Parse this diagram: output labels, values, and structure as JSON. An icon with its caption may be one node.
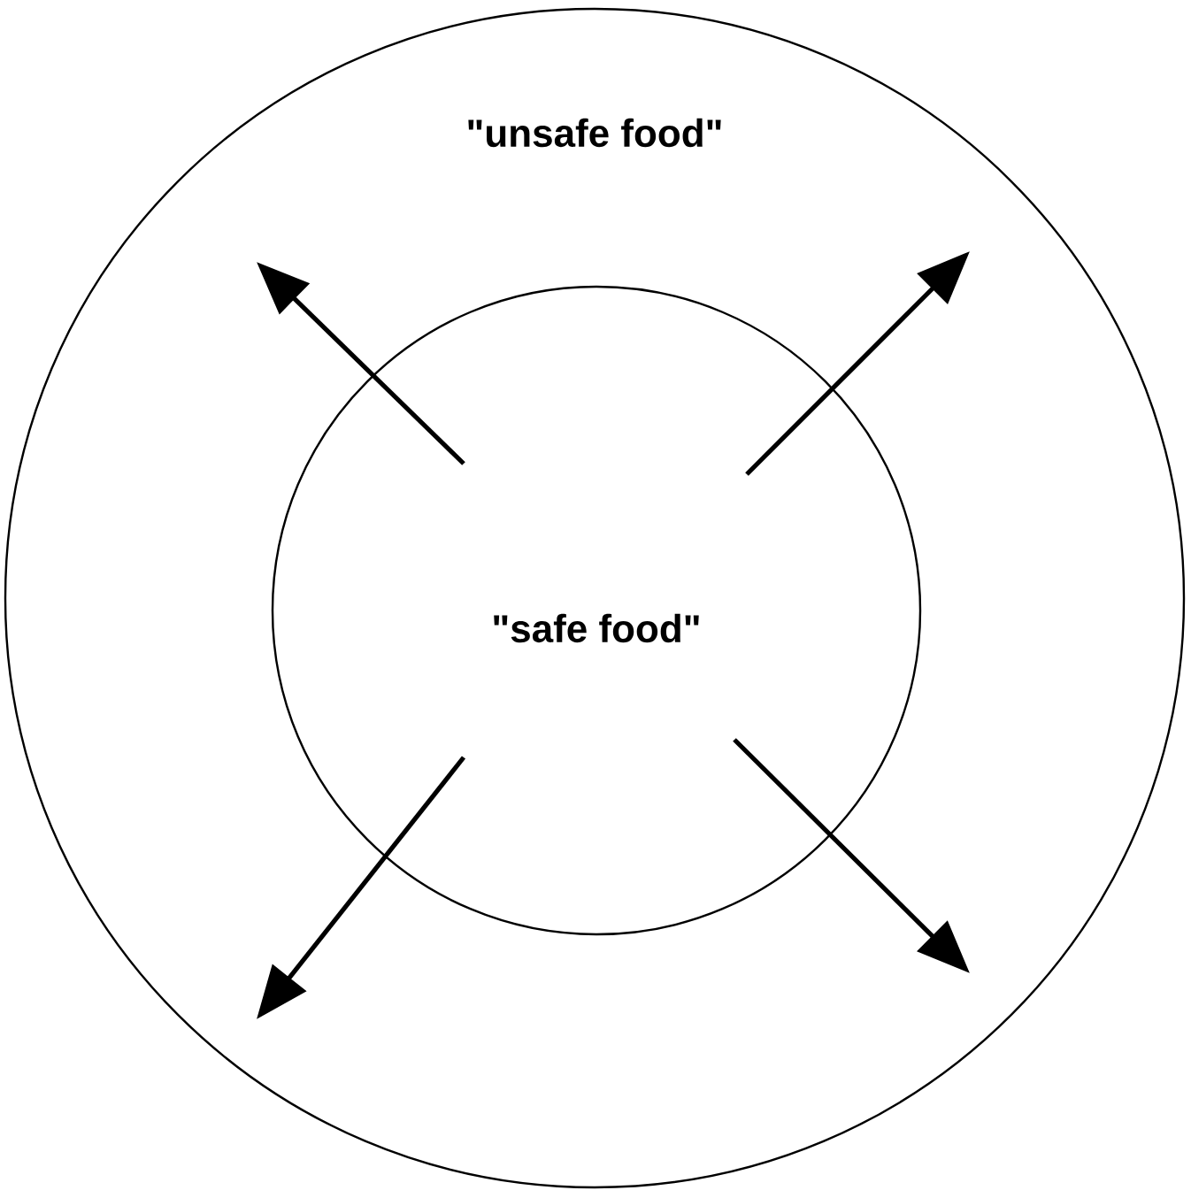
{
  "diagram": {
    "nodes": [
      {
        "text": [
          "\"unsafe food\""
        ]
      },
      {
        "text": [
          "\"safe food\""
        ],
        "in": 0
      }
    ],
    "edges": [
      {
        "from": 1,
        "to": null,
        "arrow": "to"
      },
      {
        "from": 1,
        "to": null,
        "arrow": "to"
      },
      {
        "from": 1,
        "to": null,
        "arrow": "to"
      },
      {
        "from": 1,
        "to": null,
        "arrow": "to"
      }
    ]
  }
}
